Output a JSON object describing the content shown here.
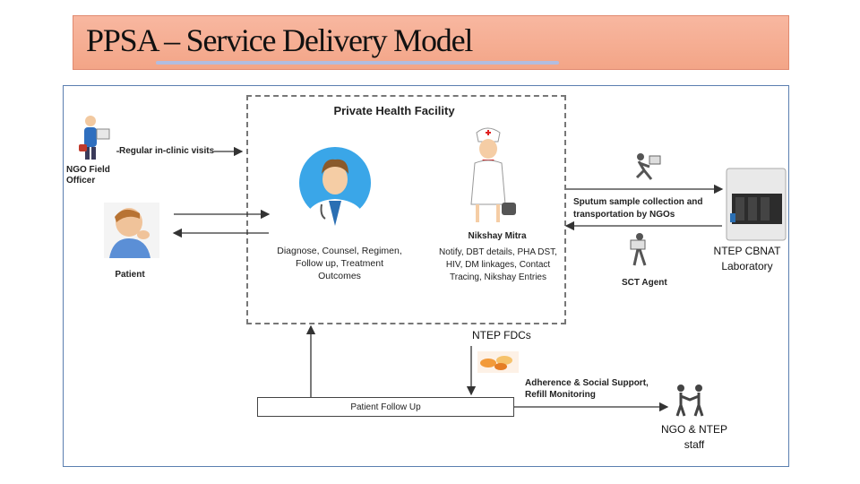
{
  "title": "PPSA – Service Delivery Model",
  "facility": {
    "title": "Private Health Facility",
    "doctor_caption": "Diagnose, Counsel, Regimen, Follow up, Treatment Outcomes",
    "nurse_name": "Nikshay Mitra",
    "nurse_caption": "Notify, DBT details, PHA DST, HIV, DM linkages, Contact Tracing, Nikshay Entries"
  },
  "ngo_officer": {
    "label": "NGO Field Officer"
  },
  "patient": {
    "label": "Patient"
  },
  "clinic_visits": "Regular in-clinic visits",
  "sputum": "Sputum sample collection and transportation by NGOs",
  "sct_agent": "SCT Agent",
  "lab": "NTEP CBNAT Laboratory",
  "fdcs": "NTEP FDCs",
  "adherence": "Adherence & Social Support, Refill Monitoring",
  "followup": "Patient Follow Up",
  "staff": "NGO & NTEP staff",
  "colors": {
    "title_bg": "#f4a98c",
    "frame_border": "#5b7fb0",
    "doctor_circle": "#3aa6e8",
    "nurse_cross": "#e02020"
  },
  "icons": [
    "field-officer-icon",
    "patient-icon",
    "doctor-icon",
    "nurse-icon",
    "courier-icon",
    "sct-agent-icon",
    "lab-machine-icon",
    "pills-icon",
    "staff-icon"
  ]
}
